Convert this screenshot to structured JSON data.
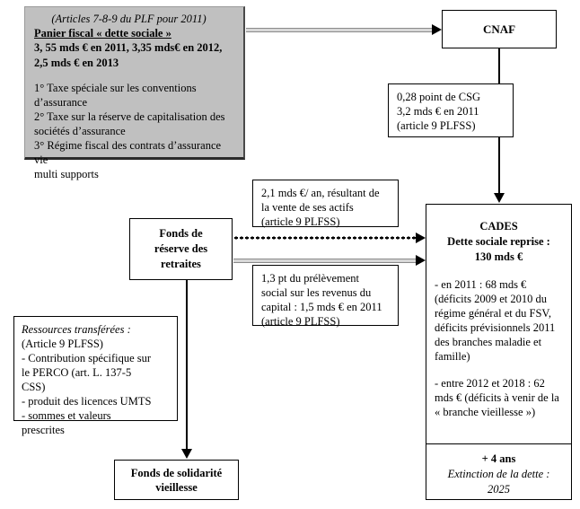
{
  "diagram": {
    "title": "Schéma de la dette sociale - PLF / PLFSS 2011",
    "colors": {
      "panier_fill": "#c0c0c0",
      "box_border": "#000000",
      "gray_connector": "#8a8a8a",
      "page_background": "#ffffff"
    }
  },
  "panier_fiscal": {
    "articles": "(Articles 7-8-9 du PLF pour 2011)",
    "heading": "Panier fiscal « dette sociale »",
    "amount_line_1": "3, 55 mds € en 2011, 3,35 mds€ en 2012,",
    "amount_line_2": "2,5 mds € en 2013",
    "items": [
      "1° Taxe spéciale sur les conventions d’assurance",
      "2° Taxe sur la réserve de capitalisation des",
      "sociétés d’assurance",
      "3° Régime fiscal des contrats d’assurance vie",
      "multi supports"
    ]
  },
  "cnaf": {
    "label": "CNAF"
  },
  "csg_note": {
    "line_1": "0,28 point de CSG",
    "line_2": "3,2 mds € en 2011",
    "line_3": "(article 9 PLFSS)"
  },
  "actifs_note": {
    "line_1": "2,1 mds €/ an, résultant de",
    "line_2": "la vente de ses actifs",
    "line_3": "(article 9 PLFSS)"
  },
  "prelevement_note": {
    "line_1": "1,3 pt du prélèvement",
    "line_2": "social sur les revenus du",
    "line_3": "capital : 1,5 mds € en 2011",
    "line_4": "(article 9 PLFSS)"
  },
  "fonds_reserve": {
    "line_1": "Fonds de",
    "line_2": "réserve des",
    "line_3": "retraites"
  },
  "ressources": {
    "heading": "Ressources transférées :",
    "article": "(Article 9 PLFSS)",
    "items": [
      "- Contribution spécifique sur",
      "le PERCO (art. L. 137-5",
      "CSS)",
      "- produit des licences UMTS",
      "- sommes et valeurs",
      "prescrites"
    ]
  },
  "fonds_solidarite": {
    "line_1": "Fonds de solidarité",
    "line_2": "vieillesse"
  },
  "cades": {
    "title": "CADES",
    "subtitle": "Dette sociale reprise :",
    "amount": "130 mds €",
    "paragraph_1": "- en 2011 : 68 mds € (déficits 2009 et 2010 du régime général et du FSV, déficits prévisionnels 2011 des branches maladie et famille)",
    "paragraph_2": "- entre 2012 et 2018 : 62 mds € (déficits à venir de la « branche vieillesse »)",
    "footer_line_1": "+ 4 ans",
    "footer_line_2": "Extinction de la dette :",
    "footer_line_3": "2025"
  },
  "connectors": {
    "panier_to_cnaf": "arrow-gray-right",
    "cnaf_to_cades": "arrow-black-down",
    "fonds_to_cades_dotted": "arrow-black-dotted-right",
    "fonds_to_cades_solid": "arrow-gray-right",
    "fonds_to_solidarite": "arrow-black-down"
  }
}
